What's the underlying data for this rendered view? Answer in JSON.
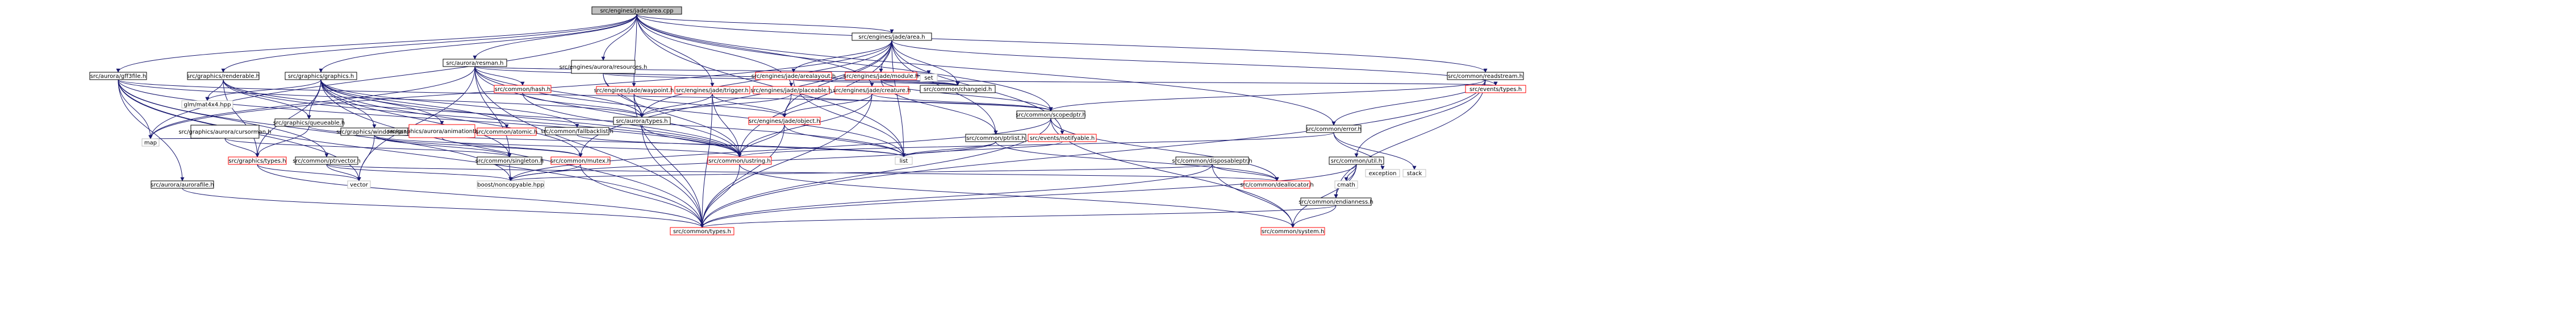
{
  "colors": {
    "root_fill": "#bfbfbf",
    "node_fill": "#ffffff",
    "normal_border": "#000000",
    "missing_border": "#ff0000",
    "edge": "#191970",
    "text": "#000000"
  },
  "graph": {
    "nodes": [
      {
        "id": "area_cpp",
        "label": "src/engines/jade/area.cpp",
        "kind": "root"
      },
      {
        "id": "area_h",
        "label": "src/engines/jade/area.h",
        "kind": "normal"
      },
      {
        "id": "aurora_resman_h",
        "label": "src/aurora/resman.h",
        "kind": "normal"
      },
      {
        "id": "aurora_resources_h",
        "label": "src/engines/aurora/resources.h",
        "kind": "normal"
      },
      {
        "id": "graphics_graphics_h",
        "label": "src/graphics/graphics.h",
        "kind": "normal"
      },
      {
        "id": "graphics_renderable_h",
        "label": "src/graphics/renderable.h",
        "kind": "normal"
      },
      {
        "id": "aurora_gff3file_h",
        "label": "src/aurora/gff3file.h",
        "kind": "normal"
      },
      {
        "id": "common_readstream_h",
        "label": "src/common/readstream.h",
        "kind": "normal"
      },
      {
        "id": "jade_areaa_layout_h",
        "label": "src/engines/jade/arealayout.h",
        "kind": "missing"
      },
      {
        "id": "jade_module_h",
        "label": "src/engines/jade/module.h",
        "kind": "missing"
      },
      {
        "id": "jade_waypoint_h",
        "label": "src/engines/jade/waypoint.h",
        "kind": "missing"
      },
      {
        "id": "jade_trigger_h",
        "label": "src/engines/jade/trigger.h",
        "kind": "missing"
      },
      {
        "id": "jade_placeable_h",
        "label": "src/engines/jade/placeable.h",
        "kind": "missing"
      },
      {
        "id": "jade_creature_h",
        "label": "src/engines/jade/creature.h",
        "kind": "missing"
      },
      {
        "id": "common_hash_h",
        "label": "src/common/hash.h",
        "kind": "missing"
      },
      {
        "id": "common_changeid_h",
        "label": "src/common/changeid.h",
        "kind": "normal"
      },
      {
        "id": "events_types_h",
        "label": "src/events/types.h",
        "kind": "missing"
      },
      {
        "id": "set",
        "label": "set",
        "kind": "system"
      },
      {
        "id": "glm_matrix4x4",
        "label": "glm/mat4x4.hpp",
        "kind": "system"
      },
      {
        "id": "graphics_aurora_cursorman_h",
        "label": "src/graphics/aurora/cursorman.h",
        "kind": "normal"
      },
      {
        "id": "graphics_queueable_h",
        "label": "src/graphics/queueable.h",
        "kind": "normal"
      },
      {
        "id": "graphics_windowman_h",
        "label": "src/graphics/windowman.h",
        "kind": "normal"
      },
      {
        "id": "graphics_aurora_animationthread_h",
        "label": "src/graphics/aurora/animationthread.h",
        "kind": "missing"
      },
      {
        "id": "common_atomic_h",
        "label": "src/common/atomic.h",
        "kind": "missing"
      },
      {
        "id": "common_fallbacklist_h",
        "label": "src/common/fallbacklist.h",
        "kind": "normal"
      },
      {
        "id": "aurora_types_h",
        "label": "src/aurora/types.h",
        "kind": "normal"
      },
      {
        "id": "jade_object_h",
        "label": "src/engines/jade/object.h",
        "kind": "missing"
      },
      {
        "id": "common_scopedptr_h",
        "label": "src/common/scopedptr.h",
        "kind": "normal"
      },
      {
        "id": "common_ptrlist_h",
        "label": "src/common/ptrlist.h",
        "kind": "normal"
      },
      {
        "id": "events_notifyable_h",
        "label": "src/events/notifyable.h",
        "kind": "missing"
      },
      {
        "id": "common_error_h",
        "label": "src/common/error.h",
        "kind": "normal"
      },
      {
        "id": "map",
        "label": "map",
        "kind": "system"
      },
      {
        "id": "graphics_types_h",
        "label": "src/graphics/types.h",
        "kind": "missing"
      },
      {
        "id": "common_ptrvector_h",
        "label": "src/common/ptrvector.h",
        "kind": "normal"
      },
      {
        "id": "common_singleton_h",
        "label": "src/common/singleton.h",
        "kind": "normal"
      },
      {
        "id": "common_mutex_h",
        "label": "src/common/mutex.h",
        "kind": "missing"
      },
      {
        "id": "common_ustring_h",
        "label": "src/common/ustring.h",
        "kind": "missing"
      },
      {
        "id": "list",
        "label": "list",
        "kind": "system"
      },
      {
        "id": "common_disposableptr_h",
        "label": "src/common/disposableptr.h",
        "kind": "normal"
      },
      {
        "id": "common_util_h",
        "label": "src/common/util.h",
        "kind": "normal"
      },
      {
        "id": "exception",
        "label": "exception",
        "kind": "system"
      },
      {
        "id": "stack",
        "label": "stack",
        "kind": "system"
      },
      {
        "id": "aurora_aurorafile_h",
        "label": "src/aurora/aurorafile.h",
        "kind": "normal"
      },
      {
        "id": "vector",
        "label": "vector",
        "kind": "system"
      },
      {
        "id": "boost_noncopyable",
        "label": "boost/noncopyable.hpp",
        "kind": "system"
      },
      {
        "id": "common_deallocator_h",
        "label": "src/common/deallocator.h",
        "kind": "missing"
      },
      {
        "id": "cmath",
        "label": "cmath",
        "kind": "system"
      },
      {
        "id": "common_endianness_h",
        "label": "src/common/endianness.h",
        "kind": "normal"
      },
      {
        "id": "common_types_h",
        "label": "src/common/types.h",
        "kind": "missing"
      },
      {
        "id": "common_system_h",
        "label": "src/common/system.h",
        "kind": "missing"
      }
    ]
  }
}
